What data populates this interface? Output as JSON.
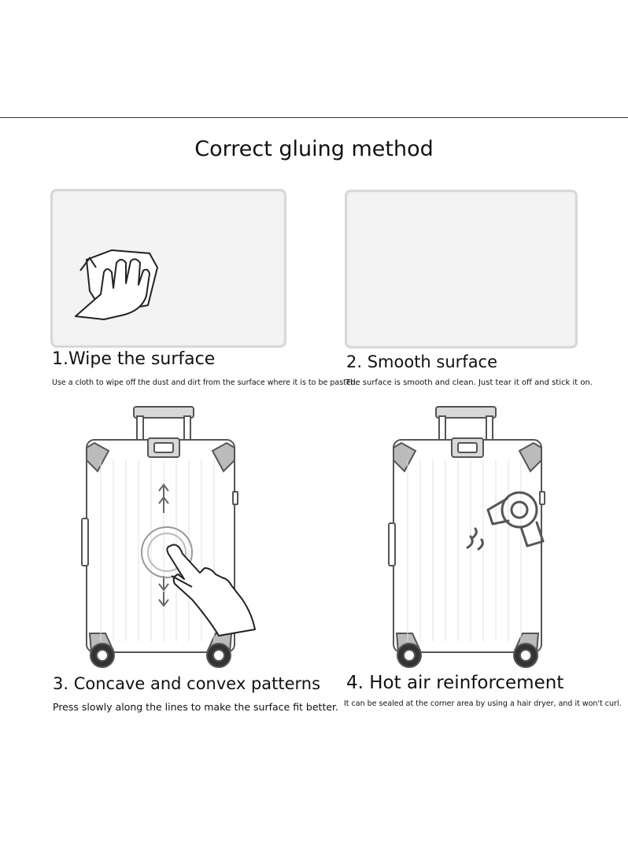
{
  "title": "Correct gluing method",
  "steps": [
    {
      "heading": "1.Wipe the surface",
      "caption": "Use a cloth to wipe off the dust and dirt from the surface where it is to be pasted.",
      "icon": "wiping-hand-icon"
    },
    {
      "heading": "2. Smooth surface",
      "caption": "The surface is smooth and clean. Just tear it off and stick it on.",
      "icon": "blank-sheet-icon"
    },
    {
      "heading": "3. Concave and convex patterns",
      "caption": "Press slowly along the lines to make the surface fit better.",
      "icon": "pressing-finger-icon"
    },
    {
      "heading": "4. Hot air reinforcement",
      "caption": "It can be sealed at the corner area by using a hair dryer, and it won't curl.",
      "icon": "hair-dryer-icon"
    }
  ]
}
